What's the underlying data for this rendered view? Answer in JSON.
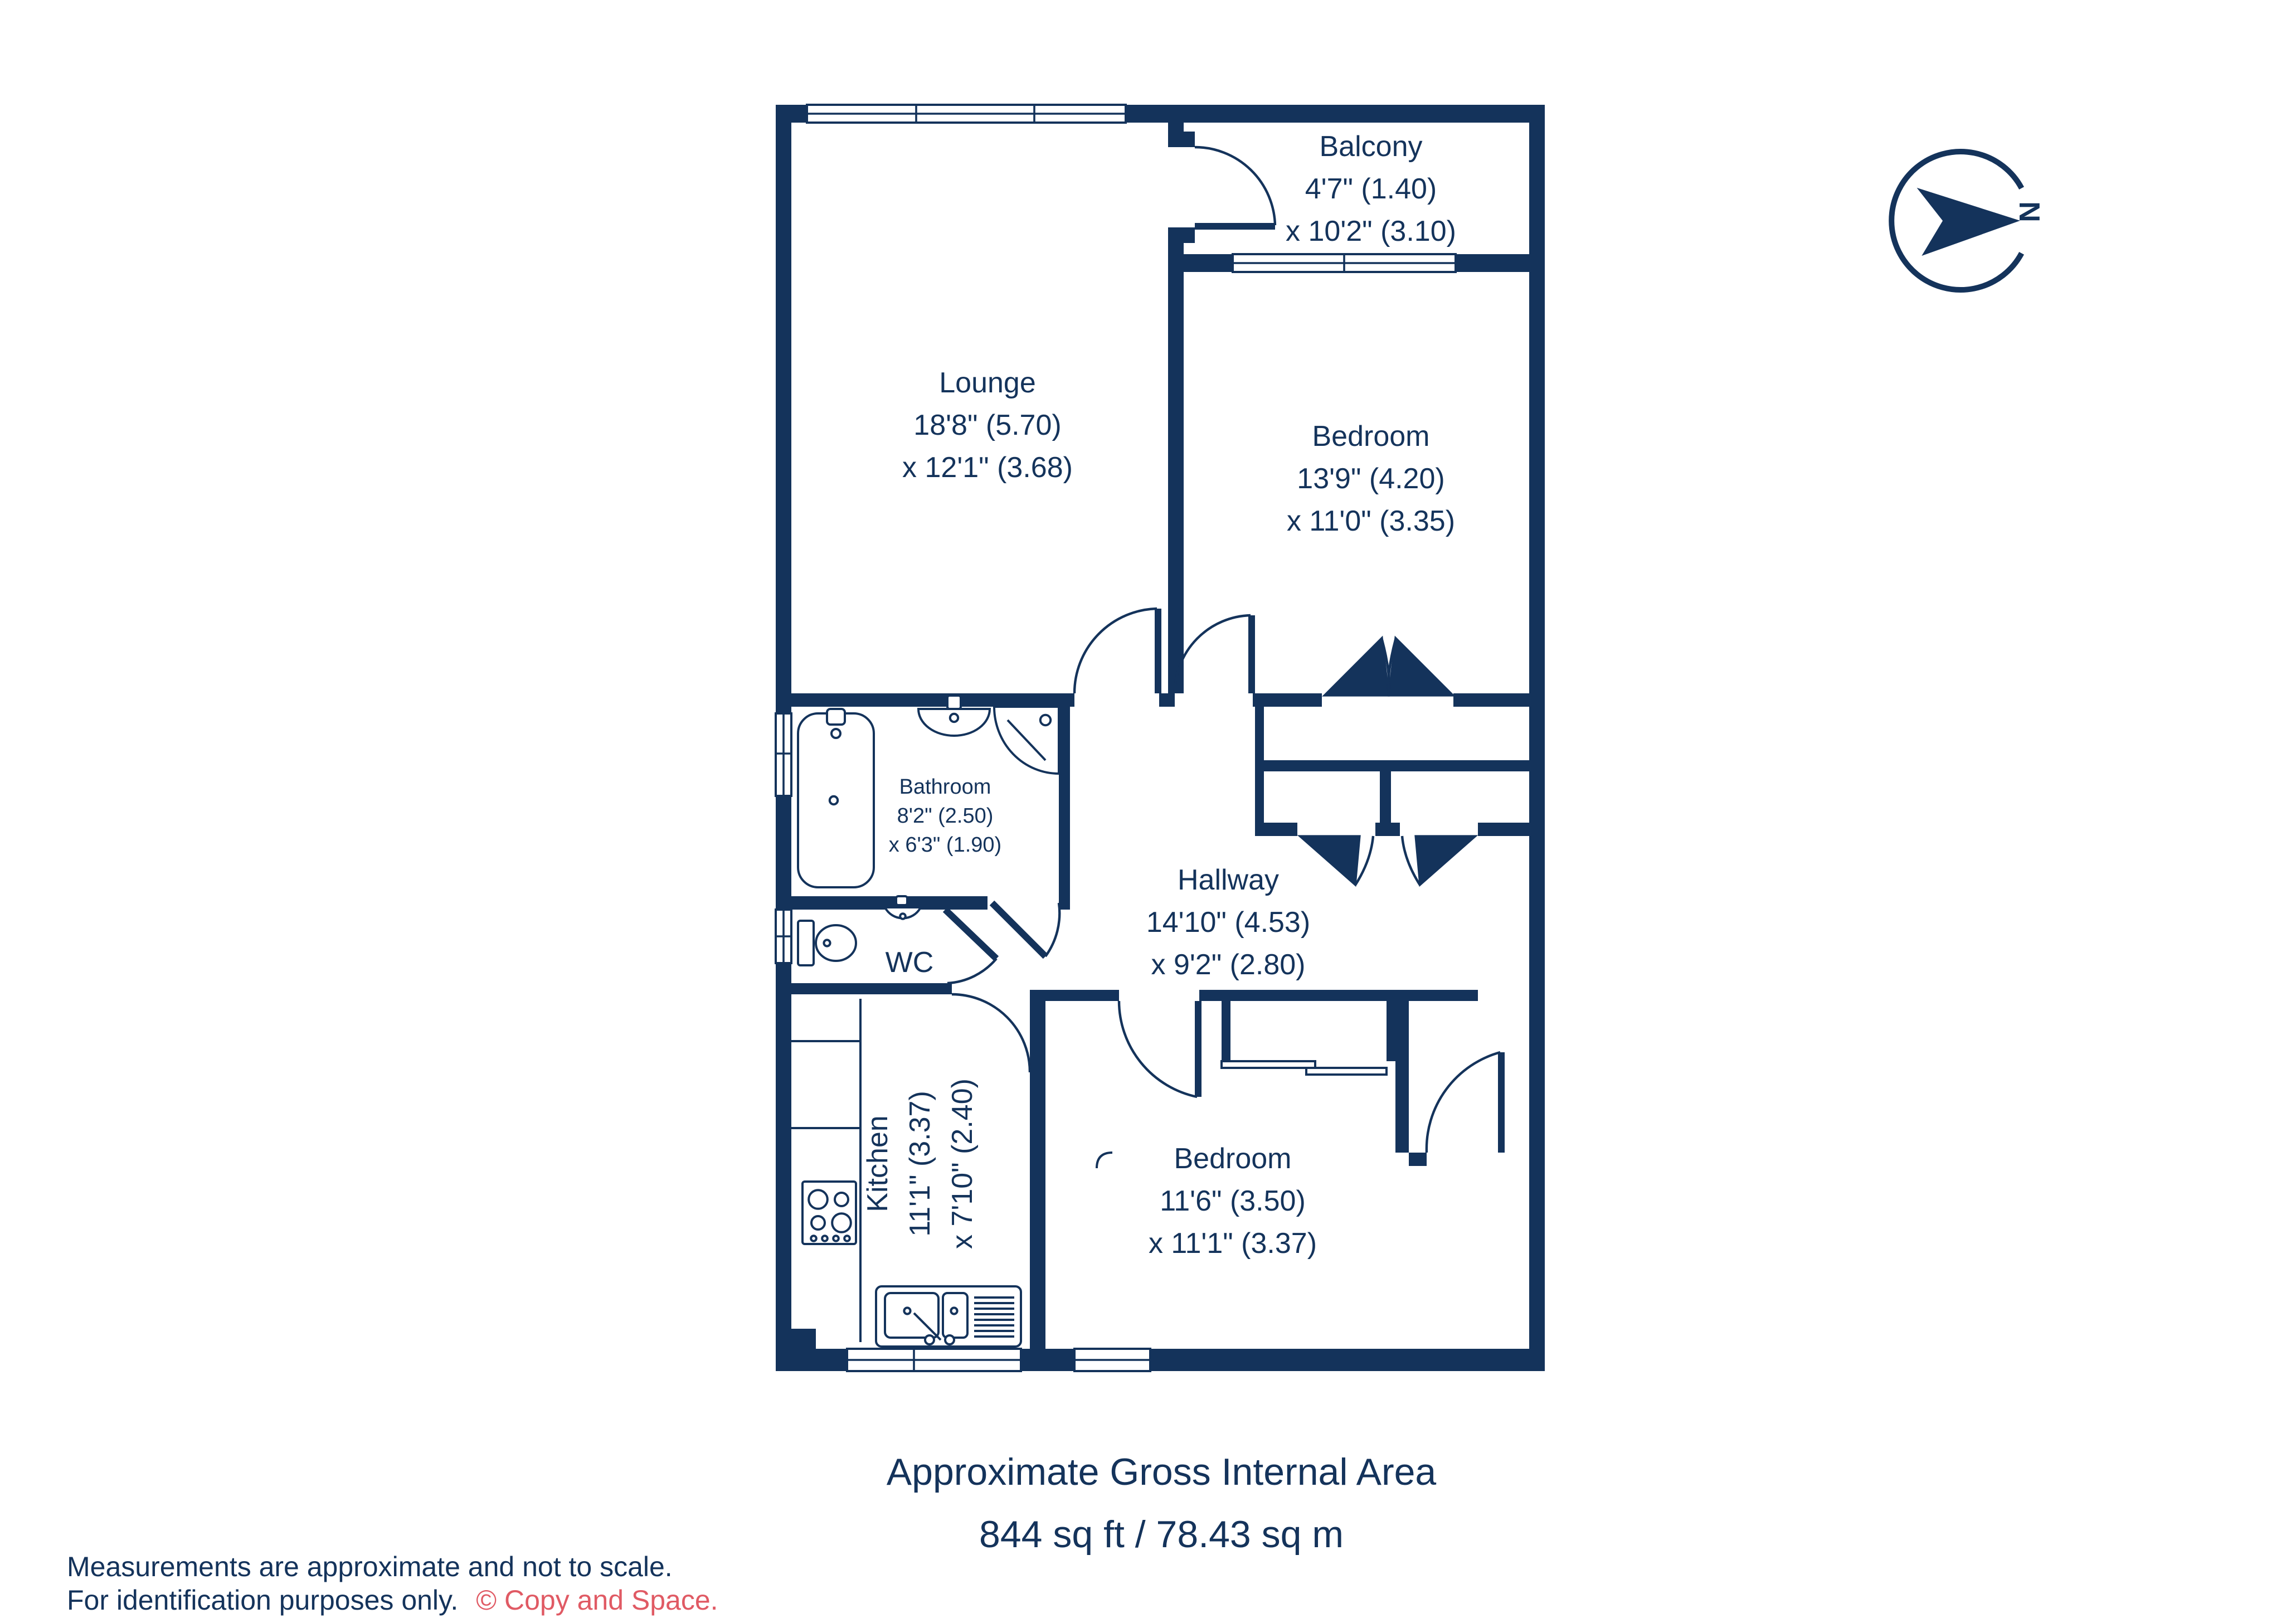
{
  "document": {
    "type": "floorplan",
    "colors": {
      "wall_navy": "#14335B",
      "credit_red": "#E05A64",
      "background": "#FFFFFF"
    }
  },
  "rooms": {
    "lounge": {
      "name": "Lounge",
      "line1": "18'8\" (5.70)",
      "line2": "x 12'1\" (3.68)"
    },
    "balcony": {
      "name": "Balcony",
      "line1": "4'7\" (1.40)",
      "line2": "x 10'2\" (3.10)"
    },
    "bedroom_top": {
      "name": "Bedroom",
      "line1": "13'9\" (4.20)",
      "line2": "x 11'0\" (3.35)"
    },
    "bathroom": {
      "name": "Bathroom",
      "line1": "8'2\" (2.50)",
      "line2": "x 6'3\" (1.90)"
    },
    "wc": {
      "name": "WC"
    },
    "hallway": {
      "name": "Hallway",
      "line1": "14'10\" (4.53)",
      "line2": "x 9'2\" (2.80)"
    },
    "kitchen": {
      "name": "Kitchen",
      "line1": "11'1\" (3.37)",
      "line2": "x 7'10\" (2.40)"
    },
    "bedroom_bottom": {
      "name": "Bedroom",
      "line1": "11'6\" (3.50)",
      "line2": "x 11'1\" (3.37)"
    }
  },
  "area": {
    "title": "Approximate Gross Internal Area",
    "value": "844 sq ft / 78.43 sq m"
  },
  "disclaimer": {
    "line1": "Measurements are approximate and not to scale.",
    "line2": "For identification purposes only.",
    "credit": "© Copy and Space."
  },
  "compass": {
    "north_label": "N"
  }
}
